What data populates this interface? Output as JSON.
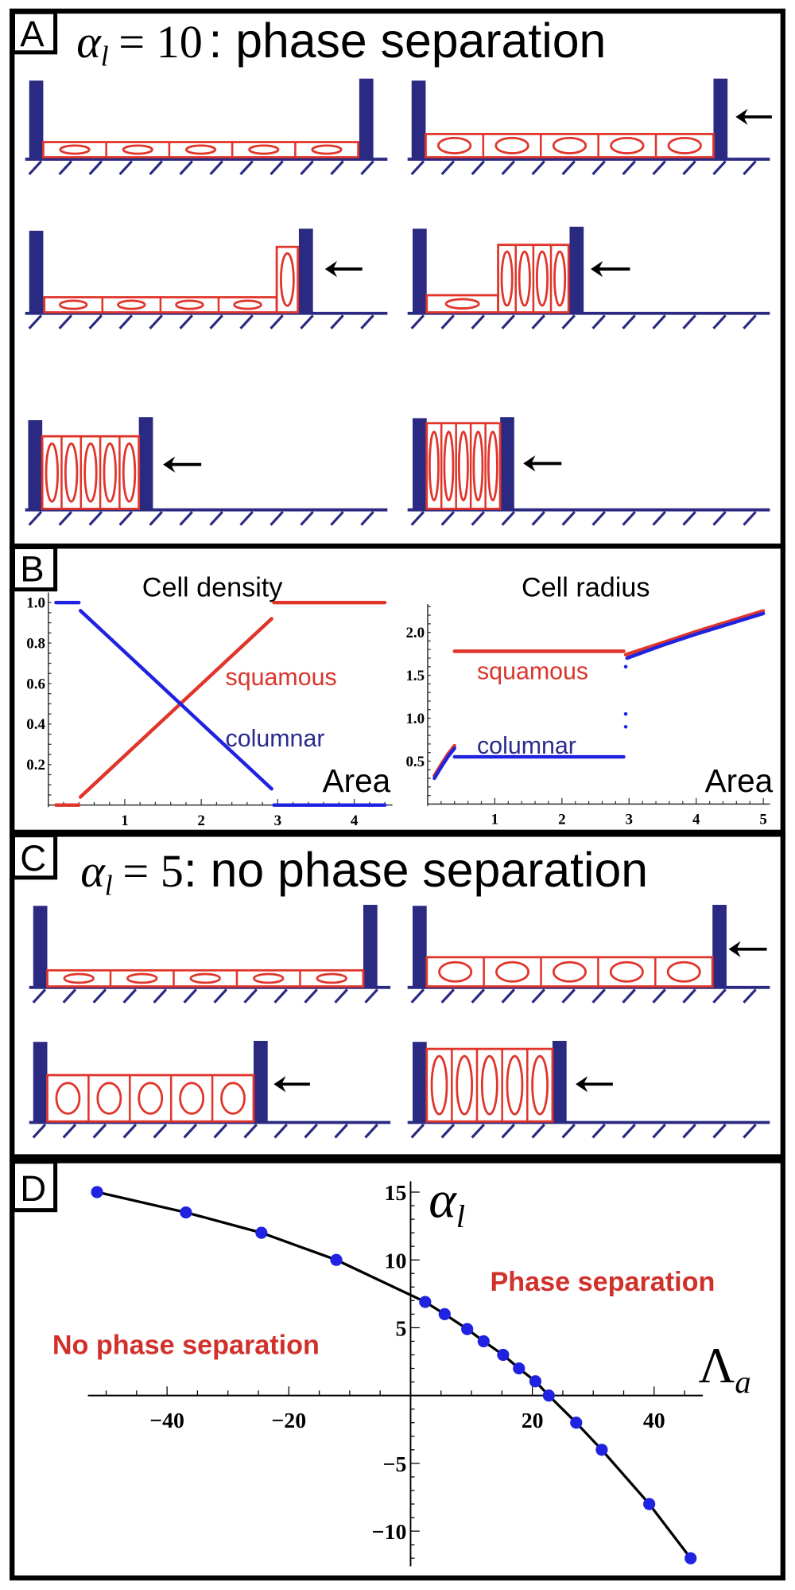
{
  "colors": {
    "wall": "#2b2a82",
    "cell": "#e0352b",
    "blue": "#1f22e0",
    "navy": "#2b2b8c",
    "black": "#000000"
  },
  "panels": {
    "A": {
      "letter": "A",
      "symbol": "α",
      "subscript": "l",
      "equals": "= 10",
      "label": ": phase separation"
    },
    "B": {
      "letter": "B"
    },
    "C": {
      "letter": "C",
      "symbol": "α",
      "subscript": "l",
      "equals": "= 5",
      "label": ": no phase separation"
    },
    "D": {
      "letter": "D"
    }
  },
  "chart_data": [
    {
      "type": "line",
      "title": "Cell density",
      "xlabel": "Area",
      "xticks": [
        1,
        2,
        3,
        4
      ],
      "yticks": [
        0.2,
        0.4,
        0.6,
        0.8,
        1.0
      ],
      "ytick_labels": [
        "0.2",
        "0.4",
        "0.6",
        "0.8",
        "1.0"
      ],
      "xlim": [
        0,
        4.5
      ],
      "ylim": [
        0,
        1.05
      ],
      "series": [
        {
          "name": "squamous",
          "color": "#e0352b",
          "label_color": "#d9362c",
          "segments": [
            [
              [
                0.1,
                0
              ],
              [
                0.4,
                0
              ]
            ],
            [
              [
                0.42,
                0.04
              ],
              [
                2.92,
                0.92
              ]
            ],
            [
              [
                2.95,
                1
              ],
              [
                4.4,
                1
              ]
            ]
          ]
        },
        {
          "name": "columnar",
          "color": "#1f22e0",
          "label_color": "#2b2b8c",
          "segments": [
            [
              [
                0.1,
                1
              ],
              [
                0.4,
                1
              ]
            ],
            [
              [
                0.42,
                0.96
              ],
              [
                2.92,
                0.08
              ]
            ],
            [
              [
                2.95,
                0
              ],
              [
                4.4,
                0
              ]
            ]
          ]
        }
      ]
    },
    {
      "type": "line",
      "title": "Cell radius",
      "xlabel": "Area",
      "xticks": [
        1,
        2,
        3,
        4,
        5
      ],
      "yticks": [
        0.5,
        1.0,
        1.5,
        2.0
      ],
      "ytick_labels": [
        "0.5",
        "1.0",
        "1.5",
        "2.0"
      ],
      "xlim": [
        0,
        5.1
      ],
      "ylim": [
        0,
        2.33
      ],
      "series": [
        {
          "name": "squamous",
          "color": "#e0352b",
          "label_color": "#d9362c",
          "segments": [
            [
              [
                0.1,
                0.33
              ],
              [
                0.2,
                0.46
              ],
              [
                0.3,
                0.58
              ],
              [
                0.4,
                0.68
              ]
            ],
            [
              [
                0.4,
                1.78
              ],
              [
                2.92,
                1.78
              ]
            ],
            [
              [
                2.95,
                1.74
              ],
              [
                3.5,
                1.88
              ],
              [
                4,
                2.01
              ],
              [
                4.5,
                2.13
              ],
              [
                5,
                2.25
              ]
            ]
          ],
          "points": []
        },
        {
          "name": "columnar",
          "color": "#1f22e0",
          "label_color": "#2b2b8c",
          "segments": [
            [
              [
                0.1,
                0.3
              ],
              [
                0.2,
                0.43
              ],
              [
                0.3,
                0.55
              ],
              [
                0.4,
                0.65
              ]
            ],
            [
              [
                0.4,
                0.55
              ],
              [
                2.92,
                0.55
              ]
            ],
            [
              [
                2.97,
                1.7
              ],
              [
                3.5,
                1.85
              ],
              [
                4,
                1.98
              ],
              [
                4.5,
                2.1
              ],
              [
                5,
                2.22
              ]
            ]
          ],
          "points": [
            [
              2.95,
              1.6
            ],
            [
              2.95,
              1.05
            ],
            [
              2.95,
              0.9
            ]
          ]
        }
      ]
    },
    {
      "type": "line",
      "xlabel_symbol": "Λ",
      "xlabel_sub": "a",
      "ylabel_symbol": "α",
      "ylabel_sub": "l",
      "xticks": [
        -40,
        -20,
        20,
        40
      ],
      "xtick_labels": [
        "−40",
        "−20",
        "20",
        "40"
      ],
      "yticks": [
        -10,
        -5,
        5,
        10,
        15
      ],
      "ytick_labels": [
        "−10",
        "−5",
        "5",
        "10",
        "15"
      ],
      "xlim": [
        -53,
        48
      ],
      "ylim": [
        -12.6,
        15.8
      ],
      "annotations": [
        "Phase separation",
        "No phase separation"
      ],
      "series": [
        {
          "name": "phase boundary",
          "color": "#000000",
          "marker_color": "#1f22e0",
          "x": [
            -51.5,
            -36.9,
            -24.5,
            -12.2,
            2.4,
            5.6,
            9.3,
            12.0,
            15.2,
            17.8,
            20.5,
            22.7,
            27.2,
            31.4,
            39.2,
            46.0
          ],
          "y": [
            15.0,
            13.5,
            12.0,
            10.0,
            6.9,
            6.0,
            4.9,
            4.0,
            3.0,
            2.0,
            1.05,
            0.0,
            -2.0,
            -4.0,
            -8.0,
            -12.0
          ]
        }
      ]
    }
  ]
}
